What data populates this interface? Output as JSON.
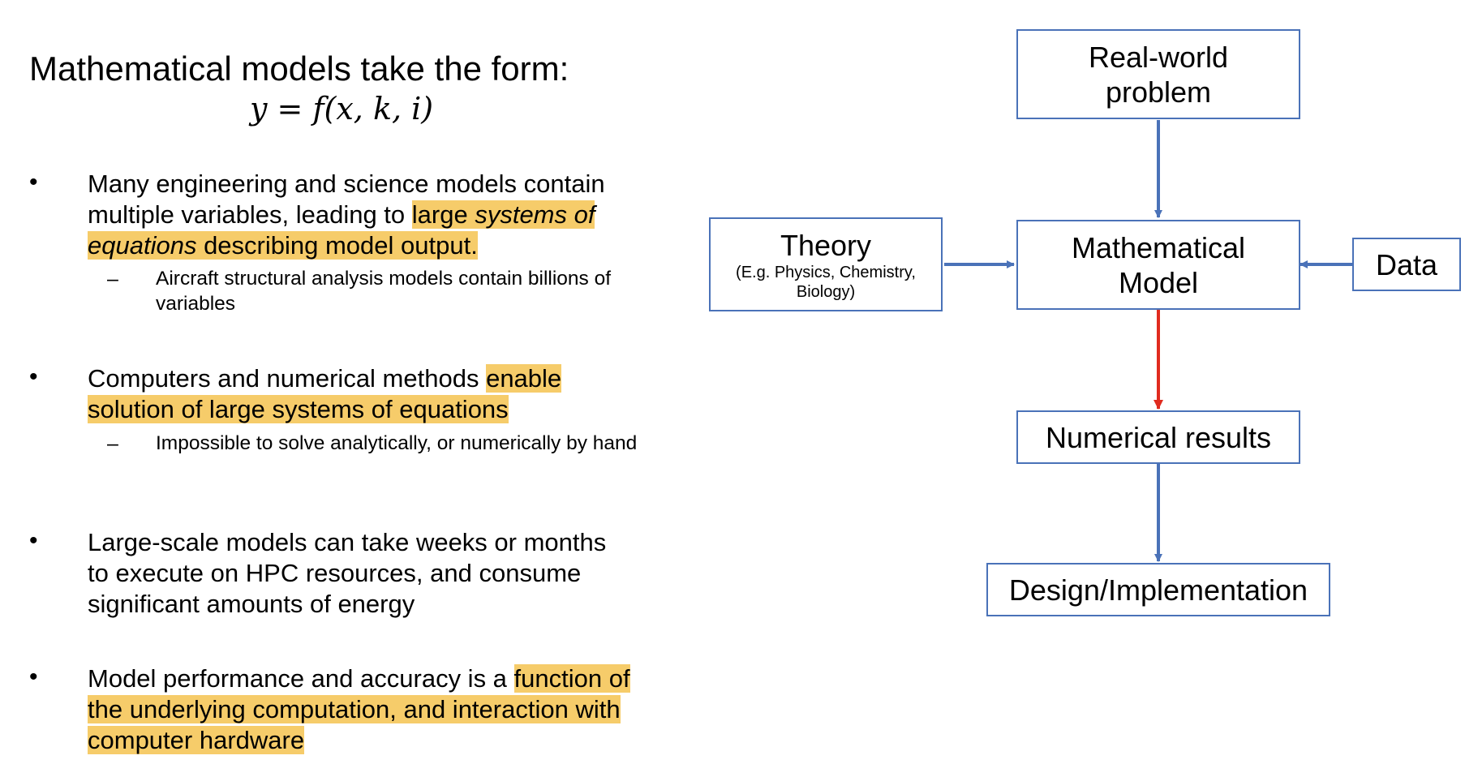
{
  "title": "Mathematical models take the form:",
  "formula": "y = f(x, k, i)",
  "colors": {
    "highlight": "#f6cc6a",
    "box_border": "#4a72b8",
    "arrow_blue": "#4a72b8",
    "arrow_red": "#e02b1f"
  },
  "bullets": [
    {
      "marker": "•",
      "parts": [
        "Many engineering and science models contain multiple variables, leading to ",
        "large ",
        "systems of equations",
        " describing model output."
      ],
      "sub": {
        "marker": "–",
        "text": "Aircraft structural analysis models contain billions of variables"
      }
    },
    {
      "marker": "•",
      "parts": [
        "Computers and numerical methods ",
        "enable solution of large systems of equations"
      ],
      "sub": {
        "marker": "–",
        "text": "Impossible to solve analytically, or numerically by hand"
      }
    },
    {
      "marker": "•",
      "parts": [
        "Large-scale models can take weeks or months to execute on HPC resources, and consume significant amounts of energy"
      ]
    },
    {
      "marker": "•",
      "parts": [
        "Model performance and accuracy is a ",
        "function of the underlying computation, and interaction with computer hardware"
      ]
    }
  ],
  "diagram": {
    "real_world": "Real-world\nproblem",
    "theory": "Theory",
    "theory_sub": "(E.g. Physics, Chemistry,\nBiology)",
    "model": "Mathematical\nModel",
    "data": "Data",
    "numerical": "Numerical results",
    "design": "Design/Implementation"
  }
}
